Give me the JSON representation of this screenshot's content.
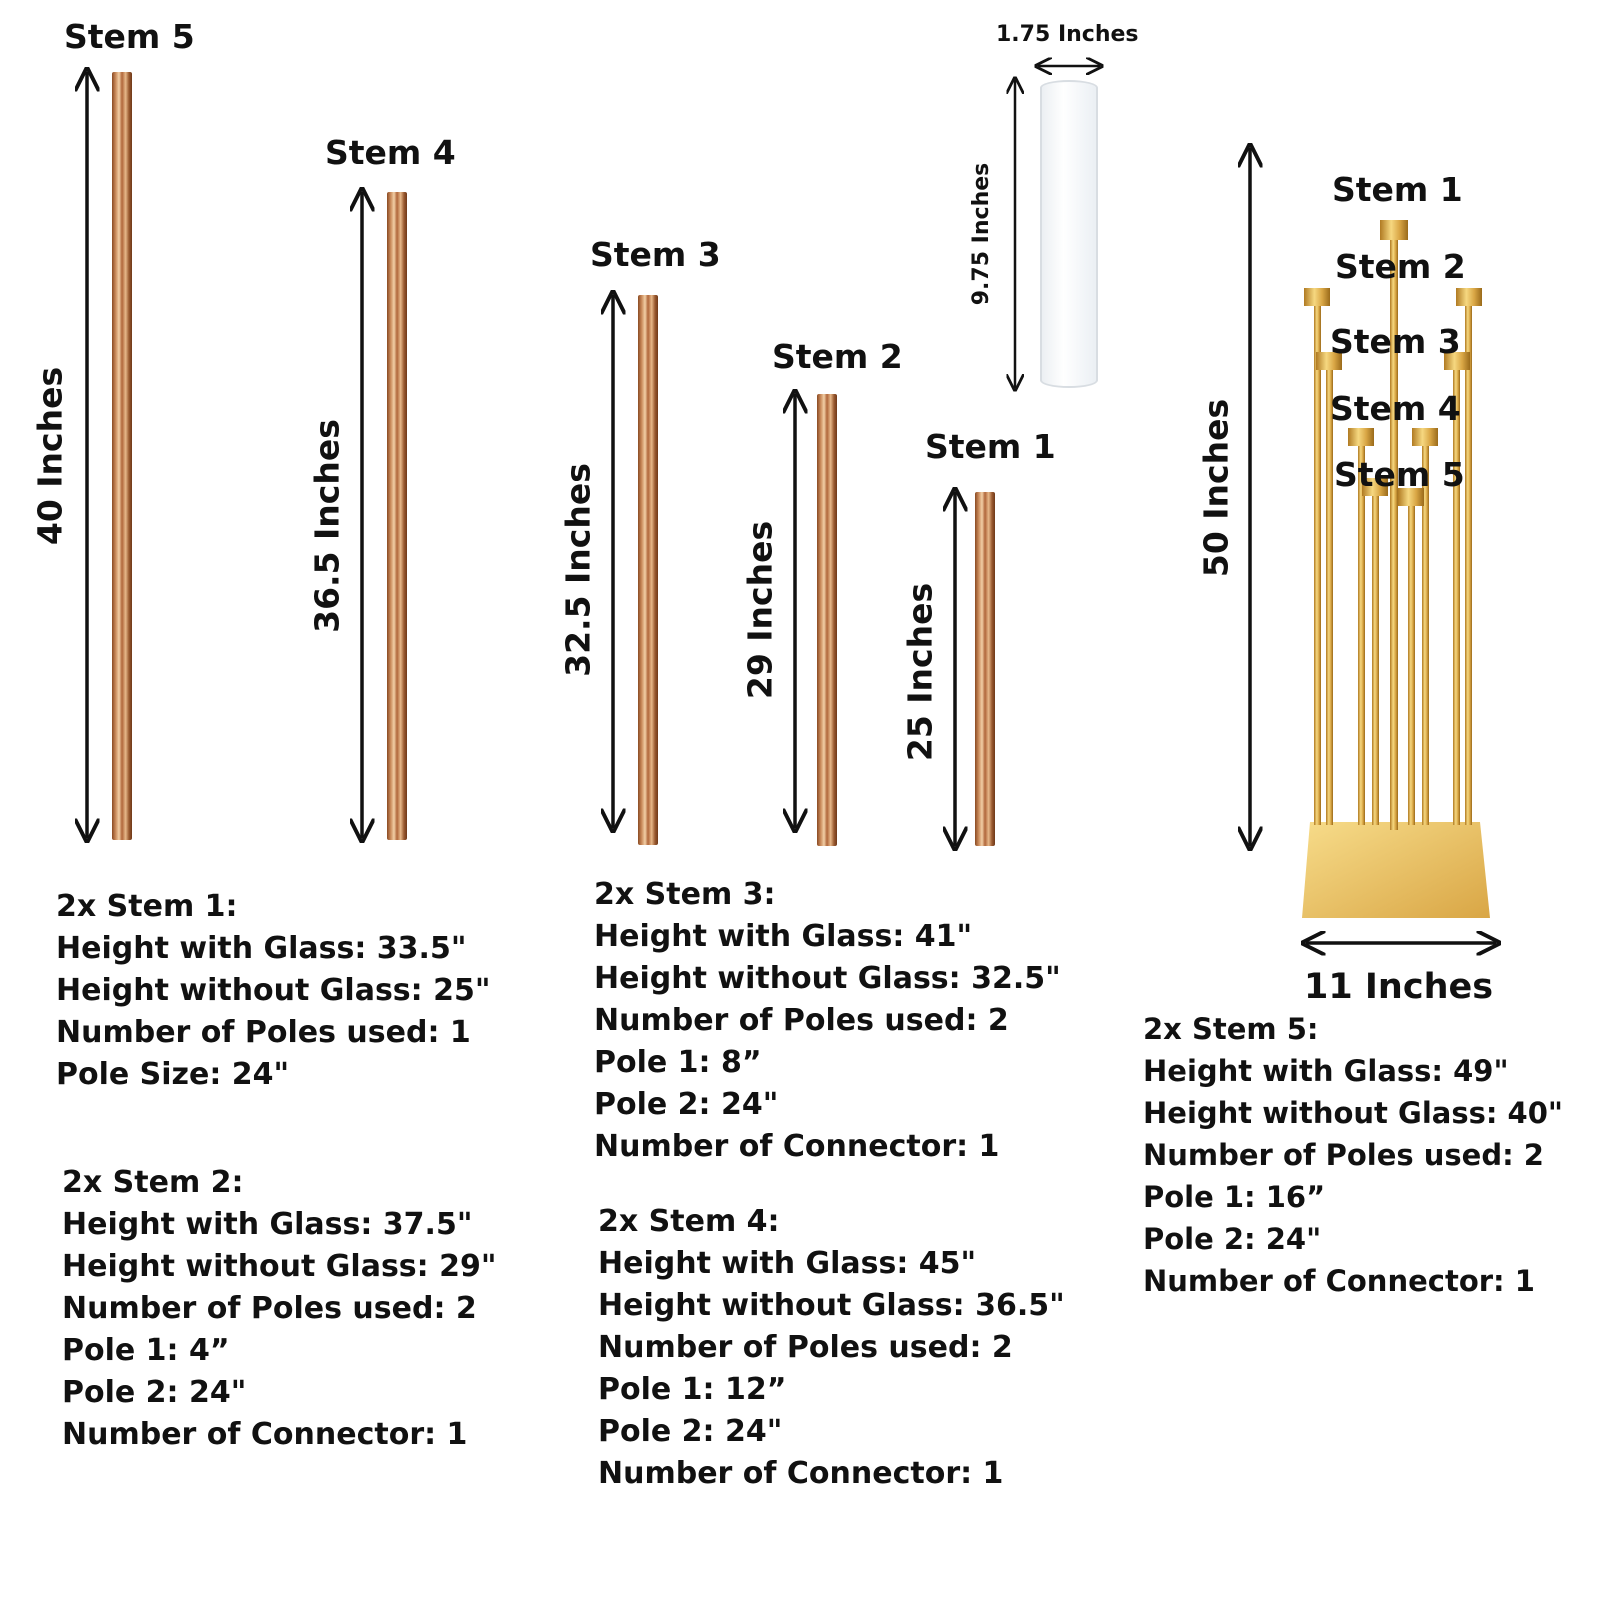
{
  "diagram": {
    "poles": [
      {
        "stem_label": "Stem 5",
        "dimension": "40 Inches"
      },
      {
        "stem_label": "Stem 4",
        "dimension": "36.5 Inches"
      },
      {
        "stem_label": "Stem 3",
        "dimension": "32.5 Inches"
      },
      {
        "stem_label": "Stem 2",
        "dimension": "29 Inches"
      },
      {
        "stem_label": "Stem 1",
        "dimension": "25 Inches"
      }
    ],
    "glass": {
      "width": "1.75 Inches",
      "height": "9.75 Inches"
    },
    "assembled": {
      "height": "50 Inches",
      "width": "11 Inches",
      "stem_labels": [
        "Stem 1",
        "Stem 2",
        "Stem 3",
        "Stem 4",
        "Stem 5"
      ]
    },
    "colors": {
      "gold": "#d9a645",
      "copper": "#b0663a"
    }
  },
  "specs": [
    {
      "title": "2x Stem 1:",
      "lines": [
        "Height with Glass: 33.5\"",
        "Height without Glass: 25\"",
        "Number of Poles used: 1",
        "Pole Size: 24\""
      ]
    },
    {
      "title": "2x Stem 2:",
      "lines": [
        "Height with Glass: 37.5\"",
        "Height without Glass: 29\"",
        "Number of Poles used: 2",
        "Pole 1: 4”",
        "Pole 2: 24\"",
        "Number of Connector: 1"
      ]
    },
    {
      "title": "2x Stem 3:",
      "lines": [
        "Height with Glass: 41\"",
        "Height without Glass: 32.5\"",
        "Number of Poles used: 2",
        "Pole 1: 8”",
        "Pole 2: 24\"",
        "Number of Connector: 1"
      ]
    },
    {
      "title": "2x Stem 4:",
      "lines": [
        "Height with Glass: 45\"",
        "Height without Glass: 36.5\"",
        "Number of Poles used: 2",
        "Pole 1: 12”",
        "Pole 2: 24\"",
        "Number of Connector: 1"
      ]
    },
    {
      "title": "2x Stem 5:",
      "lines": [
        "Height with Glass: 49\"",
        "Height without Glass: 40\"",
        "Number of Poles used: 2",
        "Pole 1: 16”",
        "Pole 2: 24\"",
        "Number of Connector: 1"
      ]
    }
  ]
}
